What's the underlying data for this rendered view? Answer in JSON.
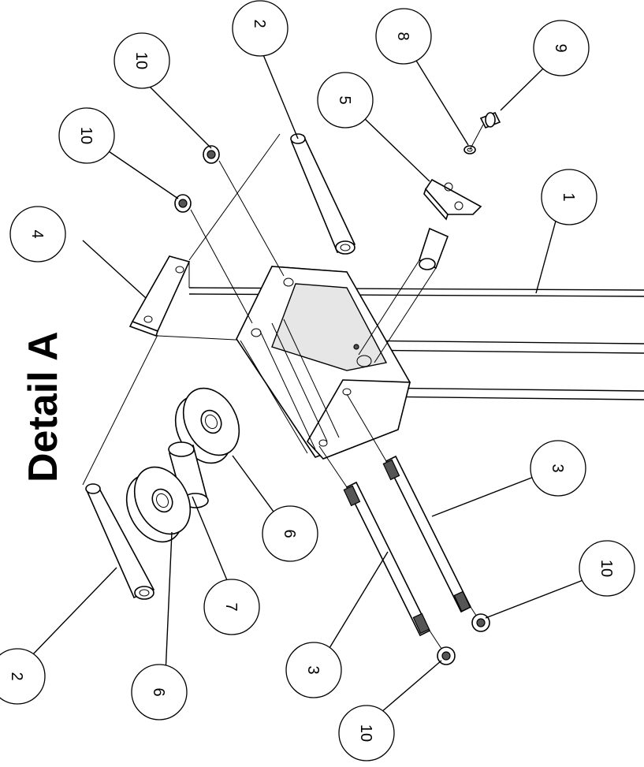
{
  "title": "Detail A",
  "callouts": [
    {
      "id": "b2a",
      "label": "2"
    },
    {
      "id": "b10a",
      "label": "10"
    },
    {
      "id": "b8",
      "label": "8"
    },
    {
      "id": "b9",
      "label": "9"
    },
    {
      "id": "b5",
      "label": "5"
    },
    {
      "id": "b10b",
      "label": "10"
    },
    {
      "id": "b4",
      "label": "4"
    },
    {
      "id": "b1",
      "label": "1"
    },
    {
      "id": "b3a",
      "label": "3"
    },
    {
      "id": "b6a",
      "label": "6"
    },
    {
      "id": "b10c",
      "label": "10"
    },
    {
      "id": "b7",
      "label": "7"
    },
    {
      "id": "b3b",
      "label": "3"
    },
    {
      "id": "b2b",
      "label": "2"
    },
    {
      "id": "b6b",
      "label": "6"
    },
    {
      "id": "b10d",
      "label": "10"
    }
  ]
}
